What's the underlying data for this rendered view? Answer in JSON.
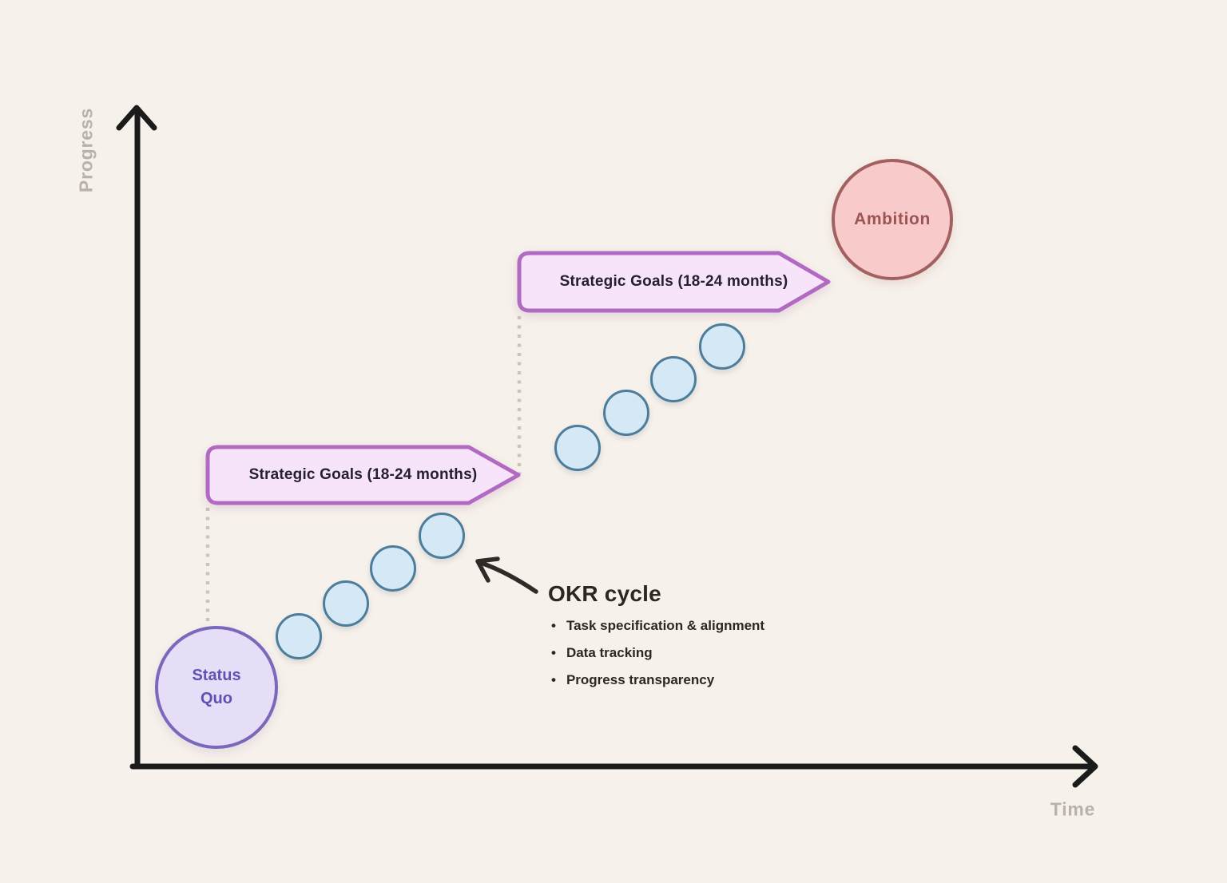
{
  "diagram": {
    "background_color": "#f7f1eb",
    "axes": {
      "y_label": "Progress",
      "x_label": "Time",
      "line_color": "#1b1b1b",
      "label_color": "#b8b2a9"
    },
    "nodes": {
      "status_quo": {
        "label_line1": "Status",
        "label_line2": "Quo",
        "fill": "#e5def6",
        "border": "#7a68bd",
        "text_color": "#6052b4"
      },
      "ambition": {
        "label": "Ambition",
        "fill": "#f9caca",
        "border": "#a26060",
        "text_color": "#9b5454"
      }
    },
    "banners": {
      "upper_label": "Strategic Goals (18-24 months)",
      "lower_label": "Strategic Goals (18-24 months)",
      "fill": "#f8e4fa",
      "border": "#b169c2",
      "text_color": "#241f2e"
    },
    "okr_dots": {
      "fill": "#d4e8f6",
      "border": "#4d7d9b",
      "clusters": 2,
      "dots_per_cluster": 4
    },
    "annotation": {
      "title": "OKR cycle",
      "bullets": [
        "Task specification & alignment",
        "Data tracking",
        "Progress transparency"
      ],
      "text_color": "#2b2824"
    },
    "connector_color": "#cbc4ba"
  }
}
